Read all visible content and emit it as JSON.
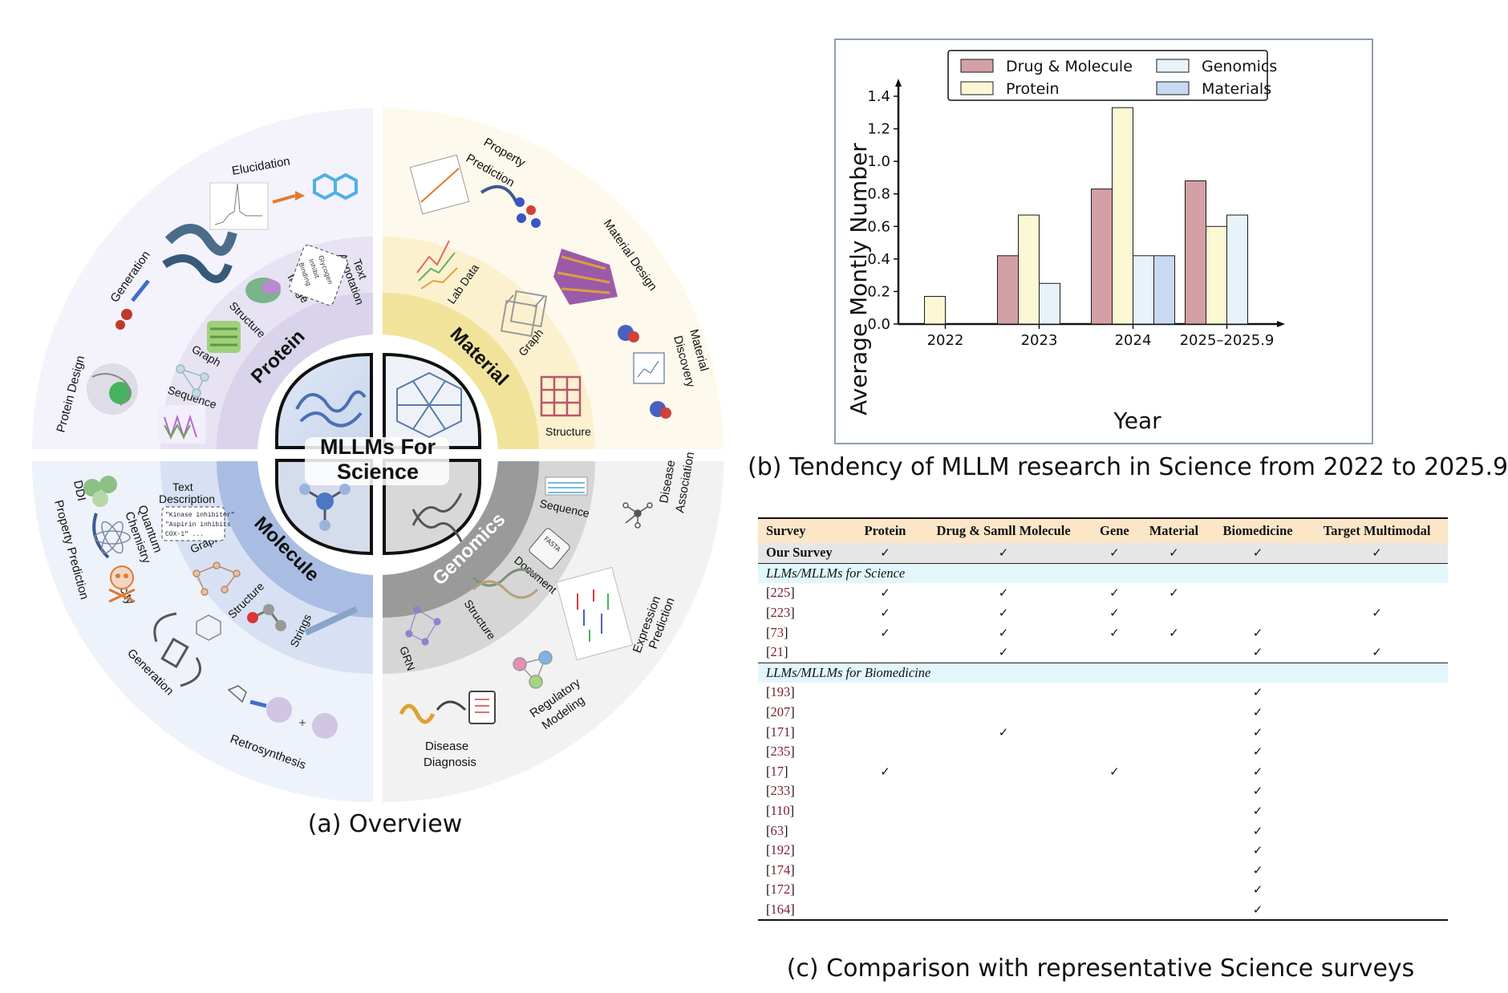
{
  "captions": {
    "overview": "(a) Overview",
    "chart": "(b) Tendency of MLLM research in Science from 2022 to 2025.9",
    "table": "(c) Comparison with representative Science surveys"
  },
  "overview": {
    "center_line1": "MLLMs For",
    "center_line2": "Science",
    "domains": {
      "protein": "Protein",
      "material": "Material",
      "molecule": "Molecule",
      "genomics": "Genomics"
    },
    "modalities": {
      "protein": [
        "Text",
        "Annotation",
        "Image",
        "Structure",
        "Graph",
        "Sequence"
      ],
      "material": [
        "Lab Data",
        "Graph",
        "Structure"
      ],
      "molecule": [
        "Text",
        "Description",
        "Graph",
        "Structure",
        "Strings"
      ],
      "genomics": [
        "Sequence",
        "Document",
        "Structure",
        "GRN"
      ]
    },
    "tasks": {
      "protein": [
        "Elucidation",
        "Generation",
        "Protein Design"
      ],
      "material": [
        "Property",
        "Prediction",
        "Material Design",
        "Material",
        "Discovery"
      ],
      "molecule": [
        "DDI",
        "Property Prediction",
        "Quantum",
        "Chemistry",
        "Toxicity",
        "Generation",
        "Retrosynthesis"
      ],
      "genomics": [
        "Disease",
        "Association",
        "Expression",
        "Prediction",
        "Regulatory",
        "Modeling",
        "Disease",
        "Diagnosis"
      ]
    },
    "icon_texts": {
      "text_annotation_box": [
        "Glycogen",
        "Inhibit",
        "Binding"
      ],
      "text_description_box": [
        "\"Kinase inhibitor\"",
        "\"Aspirin inhibits",
        "COX-1\" ..."
      ],
      "fasta": "FASTA"
    },
    "colors": {
      "protein_outer": "#f4f2fb",
      "protein_mid": "#e7e3f3",
      "protein_inner": "#d9d3ec",
      "material_outer": "#fdf9ec",
      "material_mid": "#fbf1cf",
      "material_inner": "#f2e39b",
      "molecule_outer": "#eef2fa",
      "molecule_mid": "#d8e1f3",
      "molecule_inner": "#a9bde3",
      "genomics_outer": "#f2f2f2",
      "genomics_mid": "#d6d6d6",
      "genomics_inner": "#9a9a9a"
    }
  },
  "chart_data": {
    "type": "bar",
    "categories": [
      "2022",
      "2023",
      "2024",
      "2025–2025.9"
    ],
    "series": [
      {
        "name": "Drug & Molecule",
        "color": "#d3a1a5",
        "values": [
          null,
          0.42,
          0.83,
          0.88
        ]
      },
      {
        "name": "Protein",
        "color": "#fcf8d4",
        "values": [
          0.17,
          0.67,
          1.33,
          0.6
        ]
      },
      {
        "name": "Genomics",
        "color": "#e8f2fb",
        "values": [
          null,
          0.25,
          0.42,
          0.67
        ]
      },
      {
        "name": "Materials",
        "color": "#c8daf2",
        "values": [
          null,
          null,
          0.42,
          null
        ]
      }
    ],
    "xlabel": "Year",
    "ylabel": "Average Montly Number",
    "ylim": [
      0,
      1.4
    ],
    "yticks": [
      "0.0",
      "0.2",
      "0.4",
      "0.6",
      "0.8",
      "1.0",
      "1.2",
      "1.4"
    ],
    "legend": "top"
  },
  "table": {
    "header": [
      "Survey",
      "Protein",
      "Drug & Samll Molecule",
      "Gene",
      "Material",
      "Biomedicine",
      "Target Multimodal"
    ],
    "our_survey": {
      "name": "Our Survey",
      "cells": [
        "✓",
        "✓",
        "✓",
        "✓",
        "✓",
        "✓"
      ]
    },
    "sections": [
      {
        "title": "LLMs/MLLMs for Science",
        "rows": [
          {
            "ref": "225",
            "cells": [
              "✓",
              "✓",
              "✓",
              "✓",
              "",
              ""
            ]
          },
          {
            "ref": "223",
            "cells": [
              "✓",
              "✓",
              "✓",
              "",
              "",
              "✓"
            ]
          },
          {
            "ref": "73",
            "cells": [
              "✓",
              "✓",
              "✓",
              "✓",
              "✓",
              ""
            ]
          },
          {
            "ref": "21",
            "cells": [
              "",
              "✓",
              "",
              "",
              "✓",
              "✓"
            ]
          }
        ]
      },
      {
        "title": "LLMs/MLLMs for Biomedicine",
        "rows": [
          {
            "ref": "193",
            "cells": [
              "",
              "",
              "",
              "",
              "✓",
              ""
            ]
          },
          {
            "ref": "207",
            "cells": [
              "",
              "",
              "",
              "",
              "✓",
              ""
            ]
          },
          {
            "ref": "171",
            "cells": [
              "",
              "✓",
              "",
              "",
              "✓",
              ""
            ]
          },
          {
            "ref": "235",
            "cells": [
              "",
              "",
              "",
              "",
              "✓",
              ""
            ]
          },
          {
            "ref": "17",
            "cells": [
              "✓",
              "",
              "✓",
              "",
              "✓",
              ""
            ]
          },
          {
            "ref": "233",
            "cells": [
              "",
              "",
              "",
              "",
              "✓",
              ""
            ]
          },
          {
            "ref": "110",
            "cells": [
              "",
              "",
              "",
              "",
              "✓",
              ""
            ]
          },
          {
            "ref": "63",
            "cells": [
              "",
              "",
              "",
              "",
              "✓",
              ""
            ]
          },
          {
            "ref": "192",
            "cells": [
              "",
              "",
              "",
              "",
              "✓",
              ""
            ]
          },
          {
            "ref": "174",
            "cells": [
              "",
              "",
              "",
              "",
              "✓",
              ""
            ]
          },
          {
            "ref": "172",
            "cells": [
              "",
              "",
              "",
              "",
              "✓",
              ""
            ]
          },
          {
            "ref": "164",
            "cells": [
              "",
              "",
              "",
              "",
              "✓",
              ""
            ]
          }
        ]
      }
    ]
  }
}
